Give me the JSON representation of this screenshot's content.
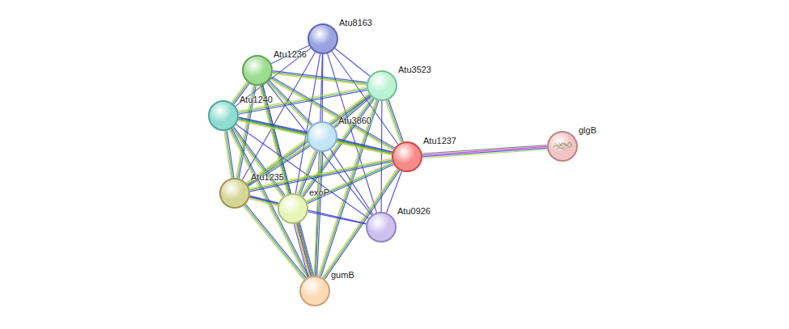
{
  "diagram": {
    "nodes": [
      {
        "text": [
          "Atu8163"
        ]
      },
      {
        "text": [
          "Atu1236"
        ]
      },
      {
        "text": [
          "Atu3523"
        ]
      },
      {
        "text": [
          "Atu1240"
        ]
      },
      {
        "text": [
          "Atu3860"
        ]
      },
      {
        "text": [
          "Atu1237"
        ]
      },
      {
        "text": [
          "glgB"
        ]
      },
      {
        "text": [
          "Atu1235"
        ]
      },
      {
        "text": [
          "exoP"
        ]
      },
      {
        "text": [
          "Atu0926"
        ]
      },
      {
        "text": [
          "gumB"
        ]
      }
    ],
    "edges": [
      {
        "from": 0,
        "to": 1,
        "arrow": "none"
      },
      {
        "from": 0,
        "to": 2,
        "arrow": "none"
      },
      {
        "from": 0,
        "to": 3,
        "arrow": "none"
      },
      {
        "from": 0,
        "to": 4,
        "arrow": "none"
      },
      {
        "from": 0,
        "to": 5,
        "arrow": "none"
      },
      {
        "from": 0,
        "to": 7,
        "arrow": "none"
      },
      {
        "from": 0,
        "to": 8,
        "arrow": "none"
      },
      {
        "from": 0,
        "to": 9,
        "arrow": "none"
      },
      {
        "from": 0,
        "to": 10,
        "arrow": "none"
      },
      {
        "from": 1,
        "to": 2,
        "arrow": "none"
      },
      {
        "from": 1,
        "to": 3,
        "arrow": "none"
      },
      {
        "from": 1,
        "to": 4,
        "arrow": "none"
      },
      {
        "from": 1,
        "to": 5,
        "arrow": "none"
      },
      {
        "from": 1,
        "to": 7,
        "arrow": "none"
      },
      {
        "from": 1,
        "to": 8,
        "arrow": "none"
      },
      {
        "from": 1,
        "to": 9,
        "arrow": "none"
      },
      {
        "from": 1,
        "to": 10,
        "arrow": "none"
      },
      {
        "from": 2,
        "to": 3,
        "arrow": "none"
      },
      {
        "from": 2,
        "to": 4,
        "arrow": "none"
      },
      {
        "from": 2,
        "to": 5,
        "arrow": "none"
      },
      {
        "from": 2,
        "to": 7,
        "arrow": "none"
      },
      {
        "from": 2,
        "to": 8,
        "arrow": "none"
      },
      {
        "from": 2,
        "to": 9,
        "arrow": "none"
      },
      {
        "from": 2,
        "to": 10,
        "arrow": "none"
      },
      {
        "from": 3,
        "to": 4,
        "arrow": "none"
      },
      {
        "from": 3,
        "to": 5,
        "arrow": "none"
      },
      {
        "from": 3,
        "to": 7,
        "arrow": "none"
      },
      {
        "from": 3,
        "to": 8,
        "arrow": "none"
      },
      {
        "from": 3,
        "to": 9,
        "arrow": "none"
      },
      {
        "from": 3,
        "to": 10,
        "arrow": "none"
      },
      {
        "from": 4,
        "to": 5,
        "arrow": "none"
      },
      {
        "from": 4,
        "to": 7,
        "arrow": "none"
      },
      {
        "from": 4,
        "to": 8,
        "arrow": "none"
      },
      {
        "from": 4,
        "to": 9,
        "arrow": "none"
      },
      {
        "from": 4,
        "to": 10,
        "arrow": "none"
      },
      {
        "from": 5,
        "to": 7,
        "arrow": "none"
      },
      {
        "from": 5,
        "to": 8,
        "arrow": "none"
      },
      {
        "from": 5,
        "to": 9,
        "arrow": "none"
      },
      {
        "from": 5,
        "to": 10,
        "arrow": "none"
      },
      {
        "from": 7,
        "to": 8,
        "arrow": "none"
      },
      {
        "from": 7,
        "to": 9,
        "arrow": "none"
      },
      {
        "from": 7,
        "to": 10,
        "arrow": "none"
      },
      {
        "from": 8,
        "to": 9,
        "arrow": "none"
      },
      {
        "from": 8,
        "to": 10,
        "arrow": "none"
      },
      {
        "from": 5,
        "to": 6,
        "arrow": "none"
      }
    ]
  }
}
